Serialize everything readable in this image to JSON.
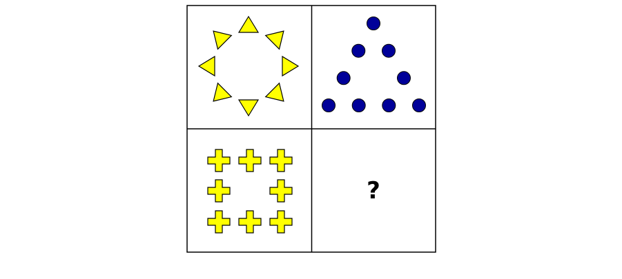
{
  "puzzle": {
    "grid": {
      "rows": 2,
      "cols": 2,
      "border_color": "#000000",
      "background": "#ffffff"
    },
    "cells": [
      {
        "row": 0,
        "col": 0,
        "shape": "triangle-icon",
        "count": 8,
        "arrangement": "circle",
        "color": "#ffff00"
      },
      {
        "row": 0,
        "col": 1,
        "shape": "circle-icon",
        "count": 9,
        "arrangement": "triangle",
        "color": "#000099"
      },
      {
        "row": 1,
        "col": 0,
        "shape": "plus-icon",
        "count": 8,
        "arrangement": "square",
        "color": "#ffff00"
      },
      {
        "row": 1,
        "col": 1,
        "shape": "unknown",
        "label": "?"
      }
    ],
    "question_label": "?",
    "outline_color": "#000000"
  }
}
